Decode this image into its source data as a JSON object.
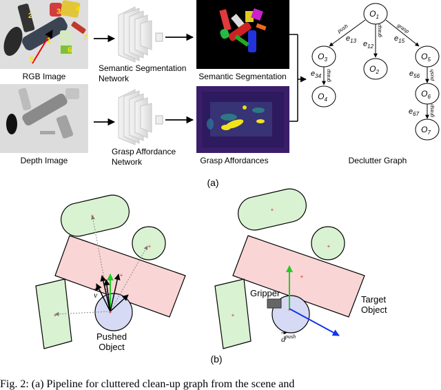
{
  "panel_a": {
    "rgb_caption": "RGB Image",
    "depth_caption": "Depth Image",
    "seg_network_label": [
      "Semantic Segmentation",
      "Network"
    ],
    "grasp_network_label": [
      "Grasp Affordance",
      "Network"
    ],
    "seg_output_caption": "Semantic Segmentation",
    "grasp_output_caption": "Grasp Affordances",
    "graph_caption": "Declutter Graph",
    "object_numbers": [
      "2",
      "3",
      "4",
      "1",
      "5",
      "6",
      "7"
    ],
    "graph": {
      "nodes": [
        "O",
        "O",
        "O",
        "O",
        "O",
        "O",
        "O"
      ],
      "node_subscripts": [
        "1",
        "3",
        "2",
        "5",
        "4",
        "6",
        "7"
      ],
      "edge_labels": [
        "e",
        "e",
        "e",
        "e",
        "e",
        "e"
      ],
      "edge_subscripts": [
        "13",
        "12",
        "15",
        "34",
        "56",
        "67"
      ],
      "edge_actions": [
        "push",
        "grasp",
        "grasp",
        "grasp",
        "push",
        "grasp"
      ]
    },
    "label": "(a)"
  },
  "panel_b": {
    "velocity_label": "v",
    "pushed_object_label": [
      "Pushed",
      "Object"
    ],
    "gripper_label": "Gripper",
    "target_object_label": [
      "Target",
      "Object"
    ],
    "push_direction_label": "d",
    "push_direction_superscript": "push",
    "label": "(b)"
  },
  "footer_caption": "Fig. 2:  (a) Pipeline for cluttered clean-up graph from the scene and"
}
